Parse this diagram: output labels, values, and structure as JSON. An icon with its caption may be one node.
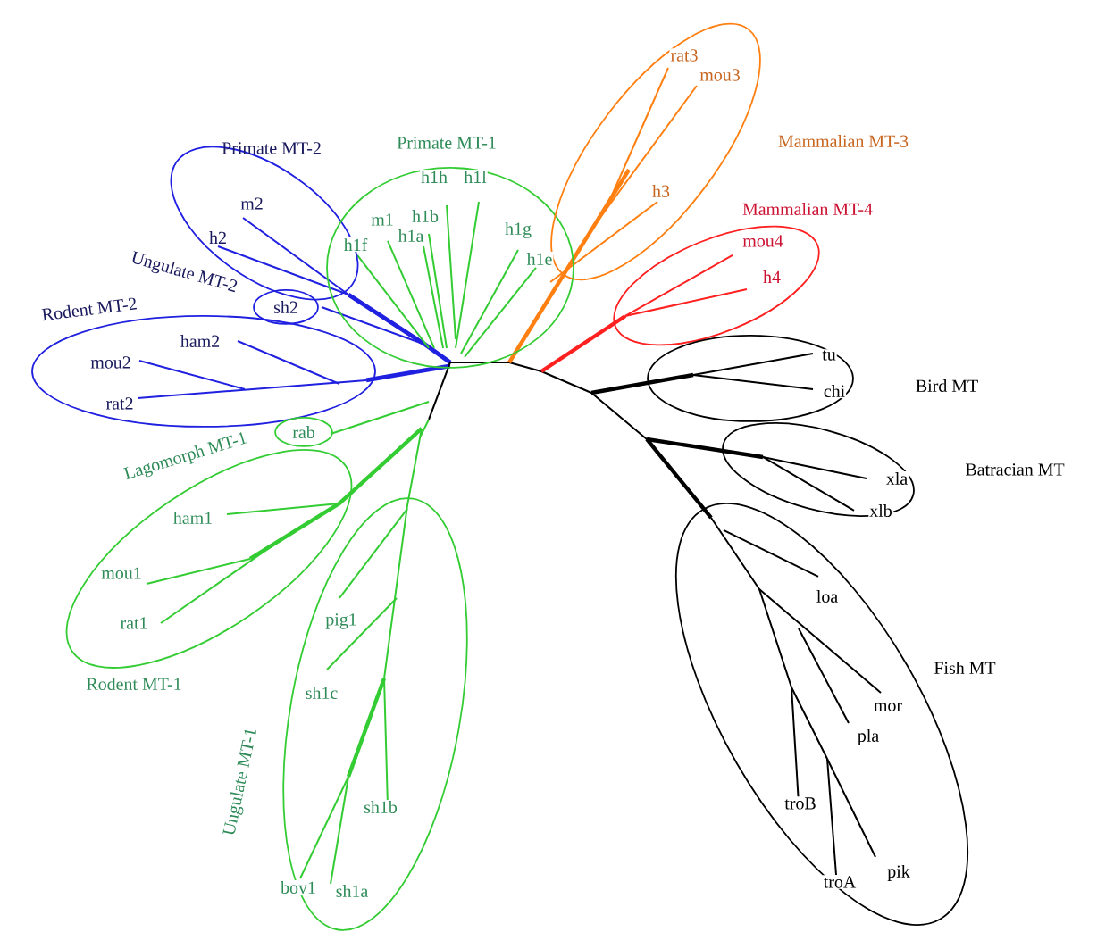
{
  "diagram": {
    "nodes": [
      {
        "text": [
          "Primate MT-2"
        ]
      },
      {
        "text": [
          "m2"
        ],
        "in": 0
      },
      {
        "text": [
          "h2"
        ],
        "in": 0
      },
      {
        "text": [
          "Ungulate MT-2"
        ]
      },
      {
        "text": [
          "sh2"
        ],
        "in": 3
      },
      {
        "text": [
          "Rodent MT-2"
        ]
      },
      {
        "text": [
          "ham2"
        ],
        "in": 5
      },
      {
        "text": [
          "mou2"
        ],
        "in": 5
      },
      {
        "text": [
          "rat2"
        ],
        "in": 5
      },
      {
        "text": [
          "Primate MT-1"
        ]
      },
      {
        "text": [
          "h1h"
        ],
        "in": 9
      },
      {
        "text": [
          "h1l"
        ],
        "in": 9
      },
      {
        "text": [
          "m1"
        ],
        "in": 9
      },
      {
        "text": [
          "h1b"
        ],
        "in": 9
      },
      {
        "text": [
          "h1f"
        ],
        "in": 9
      },
      {
        "text": [
          "h1a"
        ],
        "in": 9
      },
      {
        "text": [
          "h1g"
        ],
        "in": 9
      },
      {
        "text": [
          "h1e"
        ],
        "in": 9
      },
      {
        "text": [
          "Lagomorph MT-1"
        ]
      },
      {
        "text": [
          "rab"
        ],
        "in": 18
      },
      {
        "text": [
          "Rodent MT-1"
        ]
      },
      {
        "text": [
          "ham1"
        ],
        "in": 20
      },
      {
        "text": [
          "mou1"
        ],
        "in": 20
      },
      {
        "text": [
          "rat1"
        ],
        "in": 20
      },
      {
        "text": [
          "Ungulate MT-1"
        ]
      },
      {
        "text": [
          "pig1"
        ],
        "in": 24
      },
      {
        "text": [
          "sh1c"
        ],
        "in": 24
      },
      {
        "text": [
          "sh1b"
        ],
        "in": 24
      },
      {
        "text": [
          "bov1"
        ],
        "in": 24
      },
      {
        "text": [
          "sh1a"
        ],
        "in": 24
      },
      {
        "text": [
          "Mammalian MT-3"
        ]
      },
      {
        "text": [
          "rat3"
        ],
        "in": 30
      },
      {
        "text": [
          "mou3"
        ],
        "in": 30
      },
      {
        "text": [
          "h3"
        ],
        "in": 30
      },
      {
        "text": [
          "Mammalian MT-4"
        ]
      },
      {
        "text": [
          "mou4"
        ],
        "in": 34
      },
      {
        "text": [
          "h4"
        ],
        "in": 34
      },
      {
        "text": [
          "Bird MT"
        ]
      },
      {
        "text": [
          "tu"
        ],
        "in": 37
      },
      {
        "text": [
          "chi"
        ],
        "in": 37
      },
      {
        "text": [
          "Batracian MT"
        ]
      },
      {
        "text": [
          "xla"
        ],
        "in": 40
      },
      {
        "text": [
          "xlb"
        ],
        "in": 40
      },
      {
        "text": [
          "Fish MT"
        ]
      },
      {
        "text": [
          "loa"
        ],
        "in": 43
      },
      {
        "text": [
          "mor"
        ],
        "in": 43
      },
      {
        "text": [
          "pla"
        ],
        "in": 43
      },
      {
        "text": [
          "troB"
        ],
        "in": 43
      },
      {
        "text": [
          "troA"
        ],
        "in": 43
      },
      {
        "text": [
          "pik"
        ],
        "in": 43
      }
    ]
  }
}
